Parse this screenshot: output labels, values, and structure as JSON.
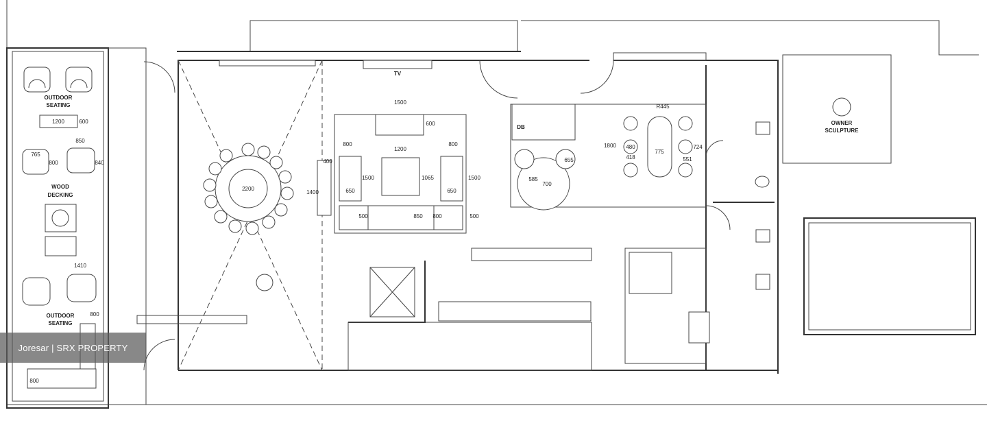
{
  "labels": {
    "outdoor_seating_top": [
      "OUTDOOR",
      "SEATING"
    ],
    "wood_decking": [
      "WOOD",
      "DECKING"
    ],
    "outdoor_seating_bottom": [
      "OUTDOOR",
      "SEATING"
    ],
    "tv": "TV",
    "db": "DB",
    "owner_sculpture": [
      "OWNER",
      "SCULPTURE"
    ]
  },
  "dimensions": {
    "outdoor_table_w": "1200",
    "outdoor_table_h": "600",
    "outdoor_chair_a": "765",
    "outdoor_chair_b": "800",
    "outdoor_chair_c": "850",
    "outdoor_chair_d": "840",
    "outdoor_bottom_a": "1410",
    "outdoor_bottom_b": "800",
    "outdoor_bottom_c": "800",
    "round_table": "2200",
    "side_panel": "1400",
    "side_panel_b": "400",
    "living_top": "1500",
    "living_top_v": "600",
    "armchair_left_w": "800",
    "sofa_table": "1200",
    "armchair_right_w": "800",
    "living_left_h": "1500",
    "coffee_h": "1065",
    "living_right_h": "1500",
    "armchair_left_d": "650",
    "armchair_right_d": "650",
    "sofa_a": "500",
    "sofa_b": "850",
    "sofa_c": "800",
    "living_right_bottom": "500",
    "round_lounge": "700",
    "lounge_chair": "655",
    "lounge_chair_b": "585",
    "dining_r": "R445",
    "dining_h": "1800",
    "dining_w": "775",
    "dining_chair_a": "480",
    "dining_chair_b": "418",
    "dining_chair_c": "551",
    "dining_chair_d": "724"
  },
  "watermark": "Joresar | SRX PROPERTY"
}
